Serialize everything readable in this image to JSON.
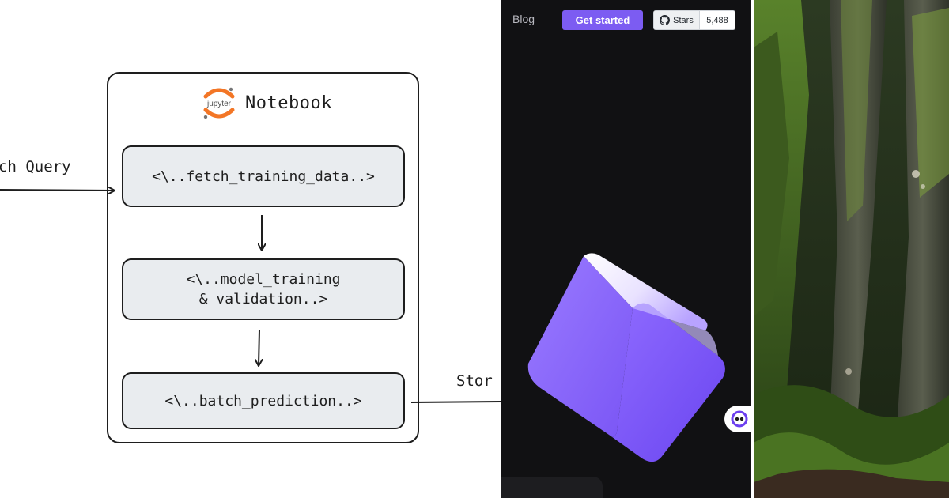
{
  "diagram": {
    "logo_text": "jupyter",
    "title": "Notebook",
    "input_label": "ch Query",
    "output_label": "Stor",
    "steps": [
      {
        "label": "<\\..fetch_training_data..>"
      },
      {
        "label": "<\\..model_training\n& validation..>"
      },
      {
        "label": "<\\..batch_prediction..>"
      }
    ]
  },
  "site": {
    "nav": {
      "blog": "Blog"
    },
    "cta_label": "Get started",
    "github": {
      "stars_label": "Stars",
      "stars_count": "5,488"
    },
    "colors": {
      "accent": "#7c5cf2",
      "background": "#111113"
    }
  }
}
